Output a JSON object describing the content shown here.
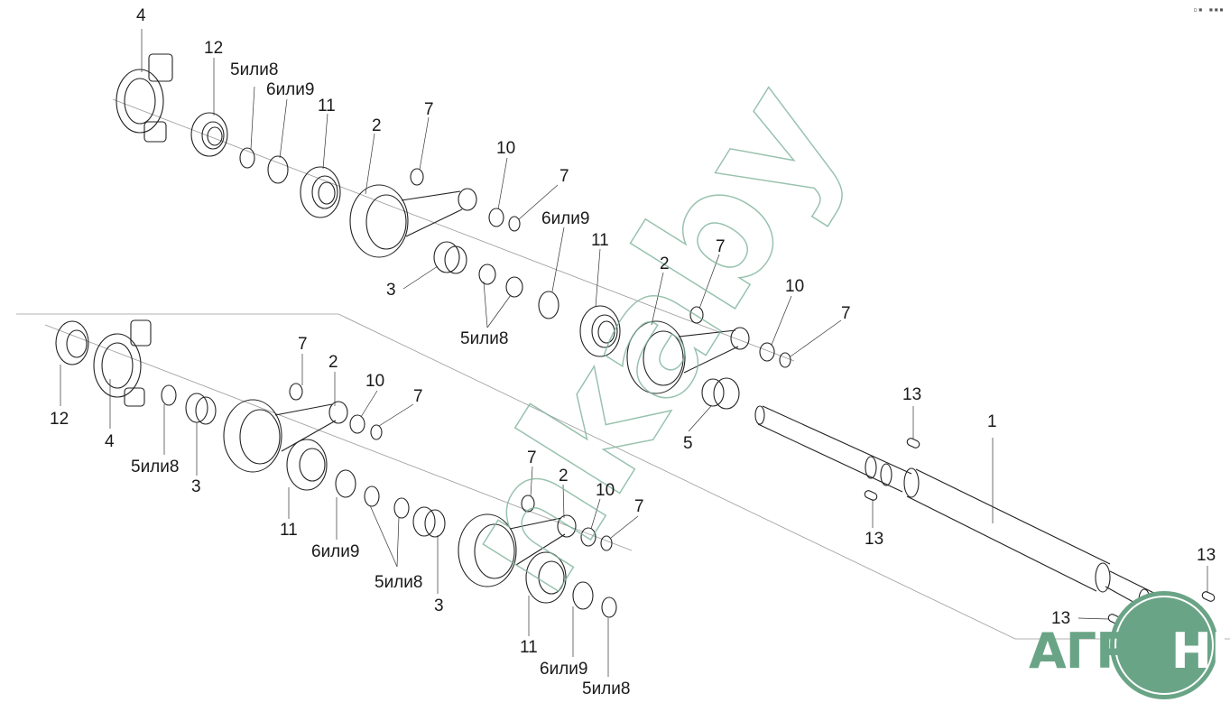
{
  "diagram": {
    "title": "Exploded view: shaft with connecting rods assembly",
    "corner_marks": "▫▪ ▪▪▪",
    "watermark": "nkaby",
    "logo": {
      "part1": "АГРО",
      "part2": "НКА",
      "color": "#6aa486"
    },
    "labels": [
      {
        "id": "l-4-top",
        "text": "4"
      },
      {
        "id": "l-12-top",
        "text": "12"
      },
      {
        "id": "l-5or8-a",
        "text": "5или8"
      },
      {
        "id": "l-6or9-a",
        "text": "6или9"
      },
      {
        "id": "l-11-a",
        "text": "11"
      },
      {
        "id": "l-2-a",
        "text": "2"
      },
      {
        "id": "l-7-a",
        "text": "7"
      },
      {
        "id": "l-10-a",
        "text": "10"
      },
      {
        "id": "l-7-b",
        "text": "7"
      },
      {
        "id": "l-6or9-b",
        "text": "6или9"
      },
      {
        "id": "l-11-b",
        "text": "11"
      },
      {
        "id": "l-3-a",
        "text": "3"
      },
      {
        "id": "l-5or8-b",
        "text": "5или8"
      },
      {
        "id": "l-2-b",
        "text": "2"
      },
      {
        "id": "l-7-c",
        "text": "7"
      },
      {
        "id": "l-10-b",
        "text": "10"
      },
      {
        "id": "l-7-d",
        "text": "7"
      },
      {
        "id": "l-5-a",
        "text": "5"
      },
      {
        "id": "l-13-a",
        "text": "13"
      },
      {
        "id": "l-1",
        "text": "1"
      },
      {
        "id": "l-13-b",
        "text": "13"
      },
      {
        "id": "l-13-c",
        "text": "13"
      },
      {
        "id": "l-13-d",
        "text": "13"
      },
      {
        "id": "l-12-bot",
        "text": "12"
      },
      {
        "id": "l-4-bot",
        "text": "4"
      },
      {
        "id": "l-5or8-c",
        "text": "5или8"
      },
      {
        "id": "l-3-b",
        "text": "3"
      },
      {
        "id": "l-7-e",
        "text": "7"
      },
      {
        "id": "l-2-c",
        "text": "2"
      },
      {
        "id": "l-10-c",
        "text": "10"
      },
      {
        "id": "l-7-f",
        "text": "7"
      },
      {
        "id": "l-11-c",
        "text": "11"
      },
      {
        "id": "l-6or9-c",
        "text": "6или9"
      },
      {
        "id": "l-5or8-d",
        "text": "5или8"
      },
      {
        "id": "l-3-c",
        "text": "3"
      },
      {
        "id": "l-7-g",
        "text": "7"
      },
      {
        "id": "l-2-d",
        "text": "2"
      },
      {
        "id": "l-10-d",
        "text": "10"
      },
      {
        "id": "l-7-h",
        "text": "7"
      },
      {
        "id": "l-11-d",
        "text": "11"
      },
      {
        "id": "l-6or9-d",
        "text": "6или9"
      },
      {
        "id": "l-5or8-e",
        "text": "5или8"
      }
    ]
  }
}
